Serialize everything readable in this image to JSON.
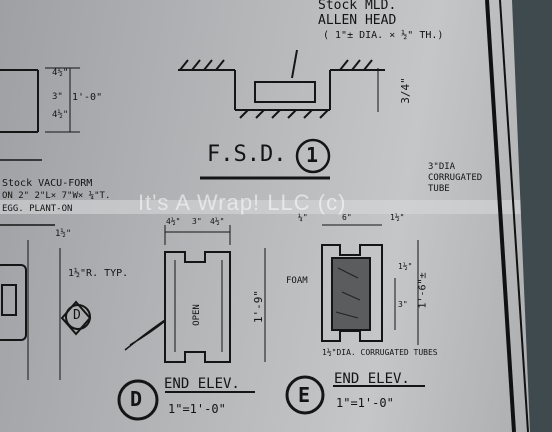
{
  "drawing": {
    "top_callout_line1": "Stock MLD.",
    "top_callout_line2": "ALLEN HEAD",
    "top_callout_line3": "( 1\"± DIA. × ½\" TH.)",
    "top_dim_right": "3/4\"",
    "fsd_label": "F.S.D.",
    "fsd_number": "1",
    "left_dims": [
      "4½\"",
      "3\"",
      "4½\"",
      "1'-0\""
    ],
    "left_note_line1": "Stock VACU-FORM",
    "left_note_line2": "ON 2\" 2\"L× 7\"W× ¼\"T.",
    "left_note_line3": "EGG. PLANT-ON",
    "right_note_line1": "3\"DIA",
    "right_note_line2": "CORRUGATED",
    "right_note_line3": "TUBE",
    "mid_left_dim": "1½\"",
    "radius_note": "1½\"R. TYP.",
    "d_callout": "D",
    "d_top_dims": [
      "4½\"",
      "3\"",
      "4½\""
    ],
    "d_open_label": "OPEN",
    "d_height_dim": "1'-9\"",
    "d_title": "END ELEV.",
    "d_letter": "D",
    "d_scale": "1\"=1'-0\"",
    "e_top_dims": [
      "¼\"",
      "6\"",
      "1½\""
    ],
    "e_foam_label": "FOAM",
    "e_height_dim": "1'-6\"±",
    "e_side_dims": [
      "1½\"",
      "3\""
    ],
    "e_tube_note": "1½\"DIA. CORRUGATED TUBES",
    "e_title": "END ELEV.",
    "e_letter": "E",
    "e_scale": "1\"=1'-0\""
  },
  "watermark": "It's A Wrap! LLC (c)"
}
